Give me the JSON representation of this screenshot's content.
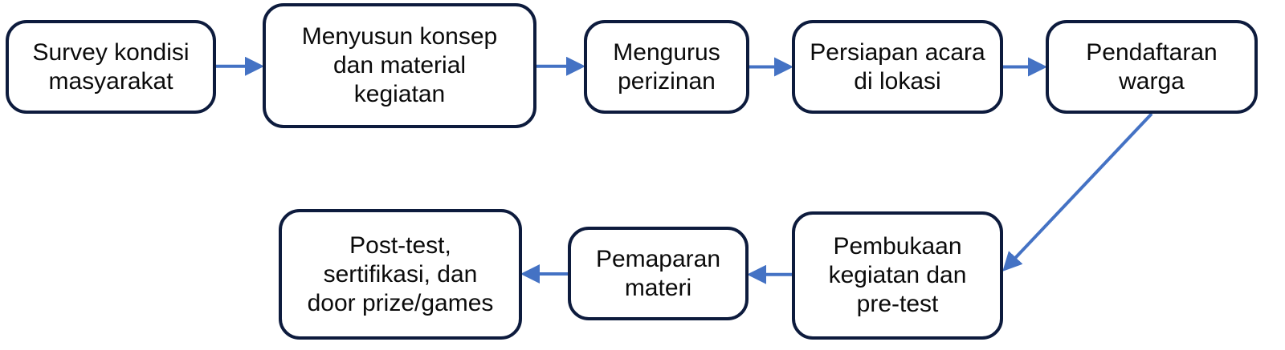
{
  "diagram": {
    "accent_color": "#4472c4",
    "border_color": "#0d1b3d",
    "steps": [
      {
        "id": "n1",
        "label": "Survey kondisi\nmasyarakat"
      },
      {
        "id": "n2",
        "label": "Menyusun konsep\ndan material\nkegiatan"
      },
      {
        "id": "n3",
        "label": "Mengurus\nperizinan"
      },
      {
        "id": "n4",
        "label": "Persiapan acara\ndi lokasi"
      },
      {
        "id": "n5",
        "label": "Pendaftaran\nwarga"
      },
      {
        "id": "n6",
        "label": "Pembukaan\nkegiatan dan\npre-test"
      },
      {
        "id": "n7",
        "label": "Pemaparan\nmateri"
      },
      {
        "id": "n8",
        "label": "Post-test,\nsertifikasi, dan\ndoor prize/games"
      }
    ],
    "connections": [
      {
        "from": "n1",
        "to": "n2"
      },
      {
        "from": "n2",
        "to": "n3"
      },
      {
        "from": "n3",
        "to": "n4"
      },
      {
        "from": "n4",
        "to": "n5"
      },
      {
        "from": "n5",
        "to": "n6"
      },
      {
        "from": "n6",
        "to": "n7"
      },
      {
        "from": "n7",
        "to": "n8"
      }
    ]
  }
}
